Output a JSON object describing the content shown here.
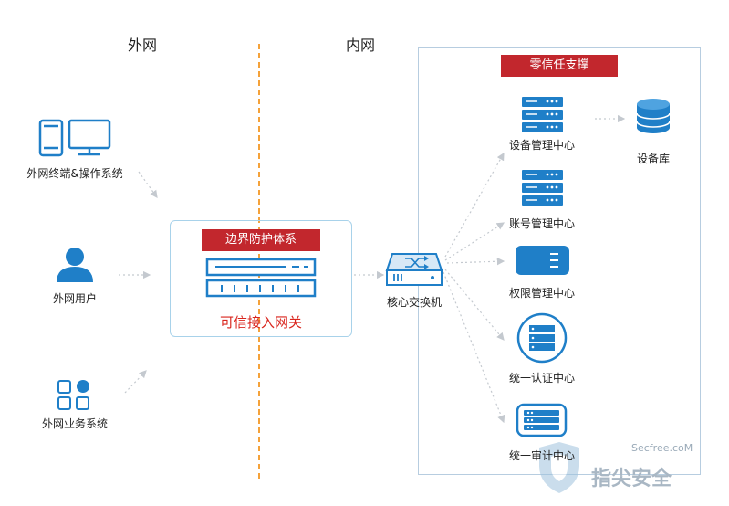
{
  "zones": {
    "external": "外网",
    "internal": "内网"
  },
  "external_nodes": {
    "terminal": "外网终端&操作系统",
    "user": "外网用户",
    "business": "外网业务系统"
  },
  "gateway": {
    "title": "边界防护体系",
    "name": "可信接入网关"
  },
  "switch": {
    "label": "核心交换机"
  },
  "zero_trust": {
    "title": "零信任支撑",
    "centers": {
      "device": "设备管理中心",
      "account": "账号管理中心",
      "permission": "权限管理中心",
      "auth": "统一认证中心",
      "audit": "统一审计中心"
    },
    "device_db": "设备库"
  },
  "watermark": {
    "site": "Secfree.coM",
    "brand": "指尖安全"
  },
  "colors": {
    "primary": "#1f7fc8",
    "red": "#c2272d",
    "divider": "#f5a23a"
  }
}
